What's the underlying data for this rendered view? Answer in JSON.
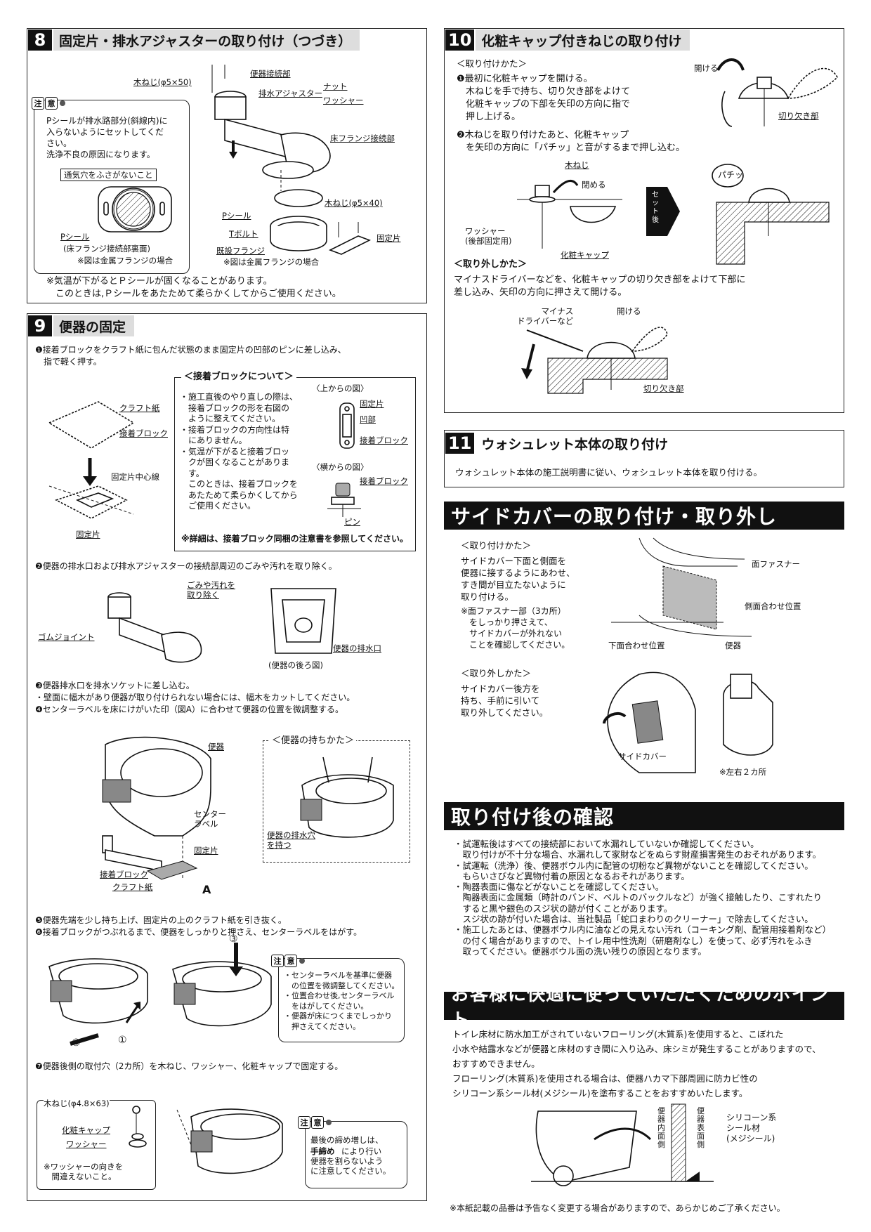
{
  "sec8": {
    "num": "8",
    "title": "固定片・排水アジャスターの取り付け（つづき）",
    "caution_l1": "注",
    "caution_l2": "意",
    "caution_text": "Pシールが排水路部分(斜線内)に\n入らないようにセットしてくだ\nさい。\n洗浄不良の原因になります。",
    "vent_label": "通気穴をふさがないこと",
    "pseal_label": "Pシール",
    "flange_back": "(床フランジ接続部裏面)",
    "metal_note1": "※図は金属フランジの場合",
    "screw1": "木ねじ(φ5×50)",
    "toilet_joint": "便器接続部",
    "adjuster": "排水アジャスター",
    "nut": "ナット",
    "washer": "ワッシャー",
    "floor_flange_joint": "床フランジ接続部",
    "pseal2": "Pシール",
    "tbolt": "Tボルト",
    "screw2": "木ねじ(φ5×40)",
    "existing_flange": "既設フランジ",
    "metal_note2": "※図は金属フランジの場合",
    "fixing_piece": "固定片",
    "note": "※気温が下がるとＰシールが固くなることがあります。\n　このときは,Ｐシールをあたためて柔らかくしてからご使用ください。"
  },
  "sec9": {
    "num": "9",
    "title": "便器の固定",
    "step1": "❶接着ブロックをクラフト紙に包んだ状態のまま固定片の凹部のピンに差し込み、\n　指で軽く押す。",
    "kraft": "クラフト紙",
    "adhesive": "接着ブロック",
    "center_line": "固定片中心線",
    "fixing_piece": "固定片",
    "about_title": "＜接着ブロックについて＞",
    "about_text": "・施工直後のやり直しの際は、\n　接着ブロックの形を右図の\n　ように整えてください。\n・接着ブロックの方向性は特\n　にありません。\n・気温が下がると接着ブロッ\n　クが固くなることがありま\n　す。\n　このときは、接着ブロックを\n　あたためて柔らかくしてから\n　ご使用ください。",
    "top_view": "〈上からの図〉",
    "tv_fix": "固定片",
    "tv_recess": "凹部",
    "tv_adh": "接着ブロック",
    "side_view": "〈横からの図〉",
    "sv_adh": "接着ブロック",
    "sv_pin": "ピン",
    "about_note": "※詳細は、接着ブロック同梱の注意書を参照してください。",
    "step2": "❷便器の排水口および排水アジャスターの接続部周辺のごみや汚れを取り除く。",
    "dirt": "ごみや汚れを\n取り除く",
    "rubber": "ゴムジョイント",
    "outlet": "便器の排水口",
    "back_view": "(便器の後ろ図)",
    "step3": "❸便器排水口を排水ソケットに差し込む。\n・壁面に幅木があり便器が取り付けられない場合には、幅木をカットしてください。\n❹センターラベルを床にけがいた印（図A）に合わせて便器の位置を微調整する。",
    "toilet": "便器",
    "center_label": "センター\nラベル",
    "fix2": "固定片",
    "adh2": "接着ブロック",
    "kraft2": "クラフト紙",
    "a_mark": "A",
    "hold_title": "＜便器の持ちかた＞",
    "hold_note": "便器の排水穴\nを持つ",
    "step5": "❺便器先端を少し持ち上げ、固定片の上のクラフト紙を引き抜く。\n❻接着ブロックがつぶれるまで、便器をしっかりと押さえ、センターラベルをはがす。",
    "c1": "①",
    "c2": "②",
    "c3": "③",
    "caution2_l1": "注",
    "caution2_l2": "意",
    "caution2_text": "・センターラベルを基準に便器\n　の位置を微調整してください。\n・位置合わせ後,センターラベル\n　をはがしてください。\n・便器が床につくまでしっかり\n　押さえてください。",
    "step7": "❼便器後側の取付穴（2カ所）を木ねじ、ワッシャー、化粧キャップで固定する。",
    "screw3": "木ねじ(φ4.8×63)",
    "cap": "化粧キャップ",
    "washer": "ワッシャー",
    "washer_note": "※ワッシャーの向きを\n　間違えないこと。",
    "caution3_l1": "注",
    "caution3_l2": "意",
    "caution3_a": "最後の締め増しは、",
    "caution3_b": "手締め",
    "caution3_c": "により行い\n便器を割らないよう\nに注意してください。"
  },
  "sec10": {
    "num": "10",
    "title": "化粧キャップ付きねじの取り付け",
    "how_attach": "＜取り付けかた＞",
    "step1": "❶最初に化粧キャップを開ける。\n　木ねじを手で持ち、切り欠き部をよけて\n　化粧キャップの下部を矢印の方向に指で\n　押し上げる。",
    "open": "開ける",
    "notch": "切り欠き部",
    "step2": "❷木ねじを取り付けたあと、化粧キャップ\n　を矢印の方向に「パチッ」と音がするまで押し込む。",
    "screw": "木ねじ",
    "close": "閉める",
    "washer": "ワッシャー\n(後部固定用)",
    "cap": "化粧キャップ",
    "after_set": "セット後",
    "snap": "パチッ",
    "how_remove": "＜取り外しかた＞",
    "remove_text": "マイナスドライバーなどを、化粧キャップの切り欠き部をよけて下部に\n差し込み、矢印の方向に押さえて開ける。",
    "driver": "マイナス\nドライバーなど",
    "open2": "開ける",
    "notch2": "切り欠き部"
  },
  "sec11": {
    "num": "11",
    "title": "ウォシュレット本体の取り付け",
    "text": "ウォシュレット本体の施工説明書に従い、ウォシュレット本体を取り付ける。"
  },
  "side": {
    "banner": "サイドカバーの取り付け・取り外し",
    "how_attach": "＜取り付けかた＞",
    "attach_text": "サイドカバー下面と側面を\n便器に接するようにあわせ、\nすき間が目立たないように\n取り付ける。",
    "attach_note": "※面ファスナー部（3カ所）\n　をしっかり押さえて、\n　サイドカバーが外れない\n　ことを確認してください。",
    "fastener": "面ファスナー",
    "side_align": "側面合わせ位置",
    "bottom_align": "下面合わせ位置",
    "toilet": "便器",
    "how_remove": "＜取り外しかた＞",
    "remove_text": "サイドカバー後方を\n持ち、手前に引いて\n取り外してください。",
    "side_cover": "サイドカバー",
    "both": "※左右２カ所"
  },
  "check": {
    "banner": "取り付け後の確認",
    "text": "・試運転後はすべての接続部において水漏れしていないか確認してください。\n　取り付けが不十分な場合、水漏れして家財などをぬらす財産損害発生のおそれがあります。\n・試運転（洗浄）後、便器ボウル内に配管の切粉など異物がないことを確認してください。\n　もらいさびなど異物付着の原因となるおそれがあります。\n・陶器表面に傷などがないことを確認してください。\n　陶器表面に金属類（時計のバンド、ベルトのバックルなど）が強く接触したり、こすれたり\n　すると黒や銀色のスジ状の跡が付くことがあります。\n　スジ状の跡が付いた場合は、当社製品「蛇口まわりのクリーナー」で除去してください。\n・施工したあとは、便器ボウル内に油などの見えない汚れ（コーキング剤、配管用接着剤など）\n　の付く場合がありますので、トイレ用中性洗剤（研磨剤なし）を使って、必ず汚れをふき\n　取ってください。便器ボウル面の洗い残りの原因となります。"
  },
  "points": {
    "banner": "お客様に快適に使っていただくためのポイント",
    "text": "トイレ床材に防水加工がされていないフローリング(木質系)を使用すると、こぼれた\n小水や結露水などが便器と床材のすき間に入り込み、床シミが発生することがありますので、\nおすすめできません。\nフローリング(木質系)を使用される場合は、便器ハカマ下部周囲に防カビ性の\nシリコーン系シール材(メジシール)を塗布することをおすすめいたします。",
    "inner": "便\n器\n内\n面\n側",
    "outer": "便\n器\n表\n面\n側",
    "silicone": "シリコーン系\nシール材\n(メジシール)"
  },
  "footer": "※本紙記載の品番は予告なく変更する場合がありますので、あらかじめご了承ください。"
}
